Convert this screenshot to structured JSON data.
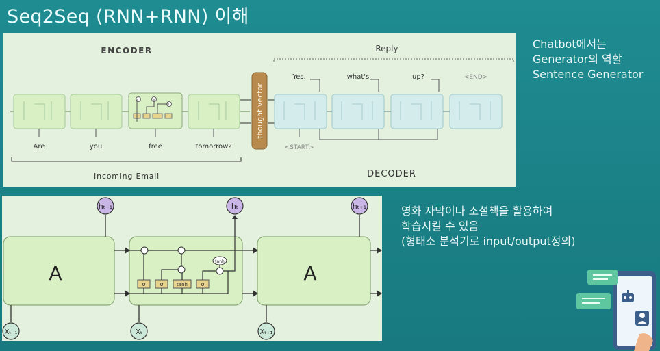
{
  "slide": {
    "title": "Seq2Seq (RNN+RNN) 이해"
  },
  "top_diagram": {
    "encoder_label": "ENCODER",
    "reply_label": "Reply",
    "thought_vector": "thought vector",
    "decoder_label": "DECODER",
    "incoming_label": "Incoming Email",
    "input_words": [
      "Are",
      "you",
      "free",
      "tomorrow?"
    ],
    "output_words": [
      "Yes,",
      "what's",
      "up?",
      "<END>"
    ],
    "start_token": "<START>"
  },
  "bottom_diagram": {
    "block_label": "A",
    "hidden_labels": [
      "hₜ₋₁",
      "hₜ",
      "hₜ₊₁"
    ],
    "input_labels": [
      "Xₜ₋₁",
      "Xₜ",
      "Xₜ₊₁"
    ],
    "gates": [
      "σ",
      "σ",
      "tanh",
      "σ"
    ],
    "tanh_label": "tanh"
  },
  "right_notes": {
    "line1": "Chatbot에서는",
    "line2": "Generator의 역할",
    "line3": "Sentence Generator"
  },
  "lower_notes": {
    "line1": "영화 자막이나 소설책을 활용하여",
    "line2": "학습시킬 수 있음",
    "line3": "(형태소 분석기로 input/output정의)"
  },
  "colors": {
    "background": "#1b858b",
    "panel": "#e4f1df",
    "lstm_cell": "#d8f0c4",
    "decoder_cell": "#d4ecec",
    "thought_vector": "#b98a4e",
    "hidden_circle": "#c9b6e6"
  },
  "icons": [
    "chat-bubble-icon",
    "robot-icon",
    "person-icon",
    "phone-icon"
  ]
}
